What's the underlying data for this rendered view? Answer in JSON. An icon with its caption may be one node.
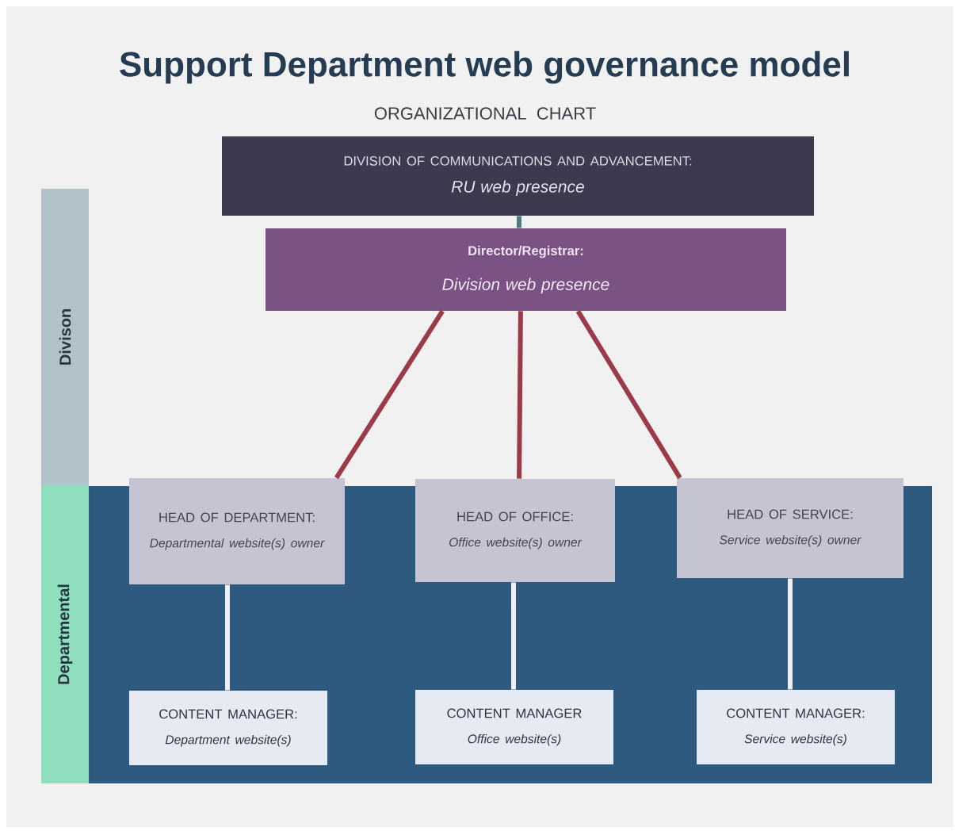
{
  "diagram": {
    "title": "Support Department web governance model",
    "caption": "ORGANIZATIONAL CHART",
    "nodes": [
      {
        "text": [
          "DIVISION OF COMMUNICATIONS AND ADVANCEMENT:",
          "RU web presence"
        ]
      },
      {
        "text": [
          "Director/Registrar:",
          "Division web presence"
        ]
      },
      {
        "text": [
          "Divison"
        ]
      },
      {
        "text": [
          "Departmental"
        ]
      },
      {
        "text": [
          "HEAD OF DEPARTMENT:",
          "Departmental website(s) owner"
        ]
      },
      {
        "text": [
          "HEAD OF OFFICE:",
          "Office website(s) owner"
        ]
      },
      {
        "text": [
          "HEAD OF SERVICE:",
          "Service website(s) owner"
        ]
      },
      {
        "text": [
          "CONTENT MANAGER:",
          "Department website(s)"
        ]
      },
      {
        "text": [
          "CONTENT MANAGER",
          "Office website(s)"
        ]
      },
      {
        "text": [
          "CONTENT MANAGER:",
          "Service website(s)"
        ]
      }
    ],
    "edges": [
      {
        "from": 0,
        "to": 1,
        "arrow": "none",
        "color": "#4f7d7f"
      },
      {
        "from": 1,
        "to": 4,
        "arrow": "none",
        "color": "#9b3b4a"
      },
      {
        "from": 1,
        "to": 5,
        "arrow": "none",
        "color": "#9b3b4a"
      },
      {
        "from": 1,
        "to": 6,
        "arrow": "none",
        "color": "#9b3b4a"
      },
      {
        "from": 4,
        "to": 7,
        "arrow": "none",
        "color": "#eef0f5"
      },
      {
        "from": 5,
        "to": 8,
        "arrow": "none",
        "color": "#eef0f5"
      },
      {
        "from": 6,
        "to": 9,
        "arrow": "none",
        "color": "#eef0f5"
      }
    ]
  }
}
